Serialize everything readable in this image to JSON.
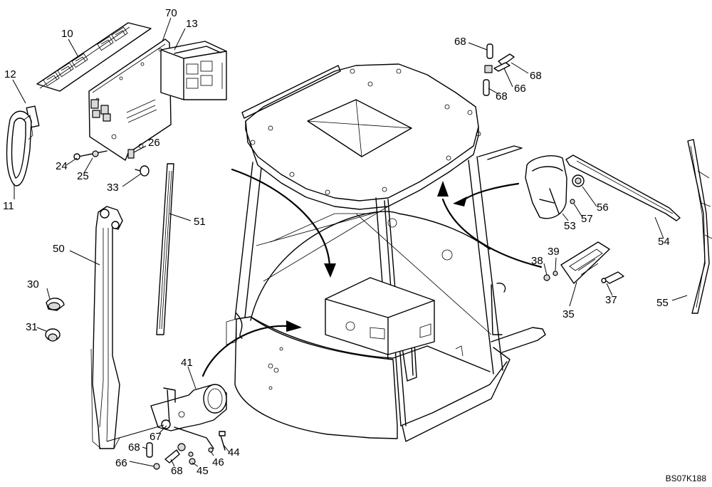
{
  "diagram": {
    "labels": {
      "p10": "10",
      "p70": "70",
      "p13": "13",
      "p12": "12",
      "p11": "11",
      "p24": "24",
      "p25": "25",
      "p26": "26",
      "p33": "33",
      "p51": "51",
      "p50": "50",
      "p30": "30",
      "p31": "31",
      "p41": "41",
      "p67": "67",
      "p68a": "68",
      "p66a": "66",
      "p68b": "68",
      "p45": "45",
      "p46": "46",
      "p44": "44",
      "p68c": "68",
      "p68d": "68",
      "p66b": "66",
      "p68e": "68",
      "p56": "56",
      "p57": "57",
      "p53": "53",
      "p54": "54",
      "p55": "55",
      "p38": "38",
      "p39": "39",
      "p35": "35",
      "p37": "37"
    },
    "drawing_code": "BS07K188"
  }
}
